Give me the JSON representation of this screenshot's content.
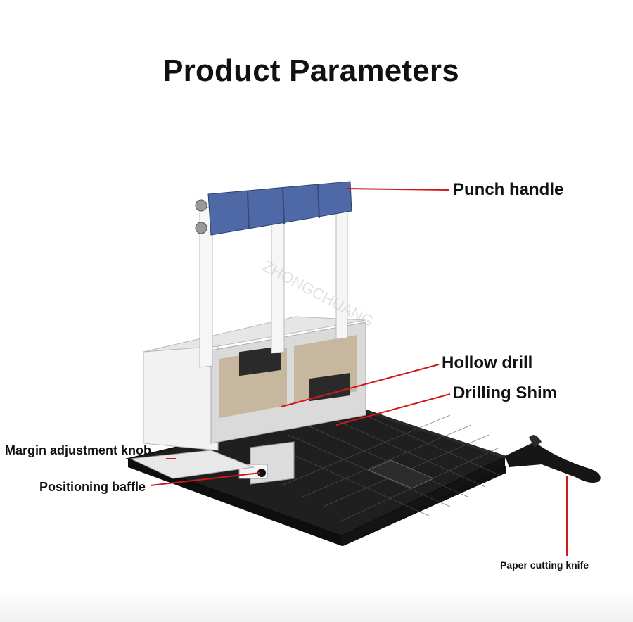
{
  "title": "Product Parameters",
  "labels": {
    "punch_handle": "Punch handle",
    "hollow_drill": "Hollow drill",
    "drilling_shim": "Drilling Shim",
    "margin_knob": "Margin adjustment knob",
    "positioning_baffle": "Positioning baffle",
    "paper_knife": "Paper cutting knife"
  },
  "watermark": "ZHONGCHUANG",
  "colors": {
    "handle": "#4f69a6",
    "frame": "#ececec",
    "tan_panel": "#c9b8a0",
    "base": "#1d1d1d",
    "leader_line": "#d01919"
  }
}
